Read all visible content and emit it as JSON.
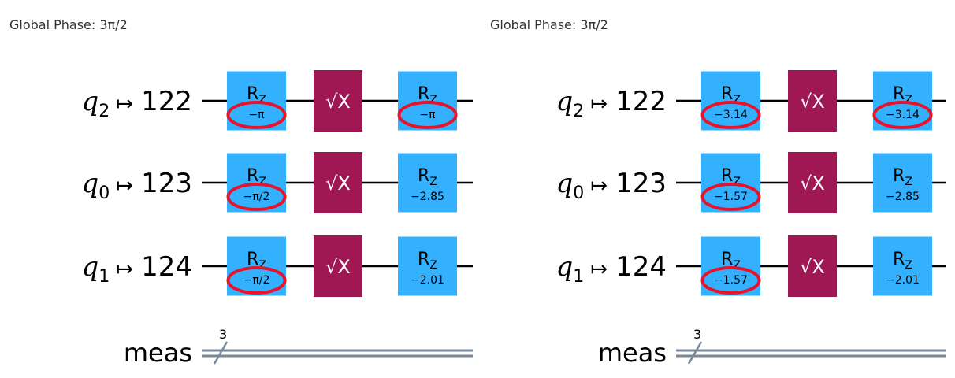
{
  "panels": [
    {
      "global_phase": "Global Phase: 3π/2",
      "rows": [
        {
          "qubit": "q",
          "sub": "2",
          "map": "↦",
          "phys": "122",
          "p1": "−π",
          "p2": "−π",
          "c1": true,
          "c2": true
        },
        {
          "qubit": "q",
          "sub": "0",
          "map": "↦",
          "phys": "123",
          "p1": "−π/2",
          "p2": "−2.85",
          "c1": true,
          "c2": false
        },
        {
          "qubit": "q",
          "sub": "1",
          "map": "↦",
          "phys": "124",
          "p1": "−π/2",
          "p2": "−2.01",
          "c1": true,
          "c2": false
        }
      ],
      "gate_rz": "R",
      "gate_rz_sub": "Z",
      "gate_sx": "√X",
      "meas_label": "meas",
      "meas_bits": "3"
    },
    {
      "global_phase": "Global Phase: 3π/2",
      "rows": [
        {
          "qubit": "q",
          "sub": "2",
          "map": "↦",
          "phys": "122",
          "p1": "−3.14",
          "p2": "−3.14",
          "c1": true,
          "c2": true
        },
        {
          "qubit": "q",
          "sub": "0",
          "map": "↦",
          "phys": "123",
          "p1": "−1.57",
          "p2": "−2.85",
          "c1": true,
          "c2": false
        },
        {
          "qubit": "q",
          "sub": "1",
          "map": "↦",
          "phys": "124",
          "p1": "−1.57",
          "p2": "−2.01",
          "c1": true,
          "c2": false
        }
      ],
      "gate_rz": "R",
      "gate_rz_sub": "Z",
      "gate_sx": "√X",
      "meas_label": "meas",
      "meas_bits": "3"
    }
  ],
  "colors": {
    "rz_gate": "#33b1ff",
    "sx_gate": "#9f1853",
    "highlight": "#e8132a",
    "classical_wire": "#778899"
  }
}
